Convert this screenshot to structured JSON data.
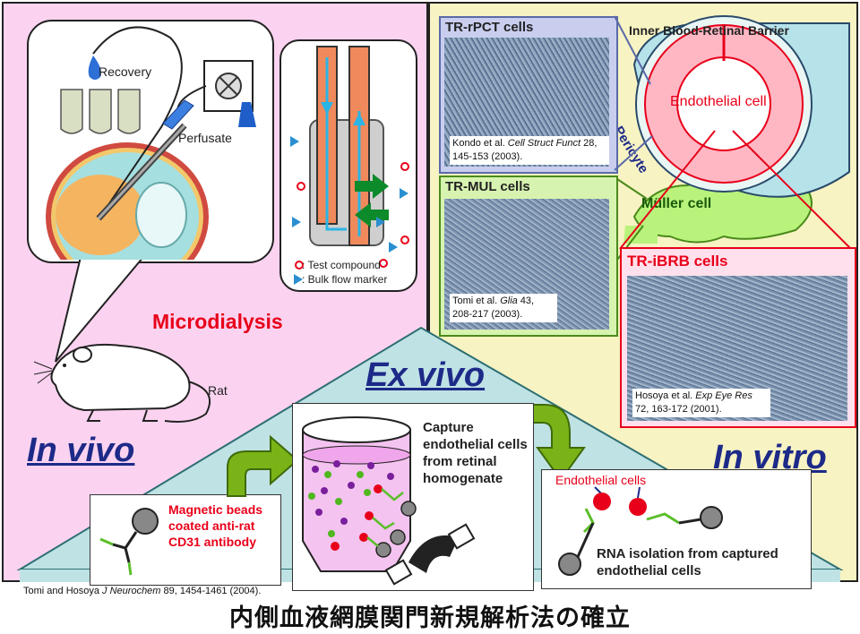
{
  "title": "内側血液網膜関門新規解析法の確立",
  "in_vivo": {
    "label": "In vivo",
    "microdialysis": "Microdialysis",
    "recovery": "Recovery",
    "perfusate": "Perfusate",
    "rat": "Rat",
    "legend_test": ": Test compound",
    "legend_bulk": ": Bulk flow marker"
  },
  "in_vitro": {
    "label": "In vitro",
    "ibrb_title": "Inner Blood-Retinal Barrier",
    "endothelial": "Endothelial cell",
    "pericyte": "Pericyte",
    "muller": "Müller cell",
    "rpct": {
      "head": "TR-rPCT cells",
      "cite_a": "Kondo et al. ",
      "cite_em": "Cell Struct Funct",
      "cite_b": " 28, 145-153 (2003)."
    },
    "mul": {
      "head": "TR-MUL cells",
      "cite_a": "Tomi et al. ",
      "cite_em": "Glia",
      "cite_b": " 43, 208-217 (2003)."
    },
    "ibrb": {
      "head": "TR-iBRB cells",
      "cite_a": "Hosoya et al. ",
      "cite_em": "Exp Eye Res",
      "cite_b": " 72, 163-172 (2001)."
    }
  },
  "ex_vivo": {
    "label": "Ex vivo",
    "beads": "Magnetic beads coated anti-rat CD31 antibody",
    "capture": "Capture endothelial cells from retinal homogenate",
    "endo_cells": "Endothelial cells",
    "rna": "RNA isolation from captured endothelial cells",
    "cite_a": "Tomi and Hosoya ",
    "cite_em": "J Neurochem",
    "cite_b": " 89, 1454-1461 (2004)."
  },
  "colors": {
    "vivo_bg": "#fbd3f0",
    "vitro_bg": "#f7f3c3",
    "exvivo_bg": "#bfe2e4",
    "label_blue": "#1d2a88",
    "red": "#e8001a",
    "green_arrow": "#7ab317"
  }
}
